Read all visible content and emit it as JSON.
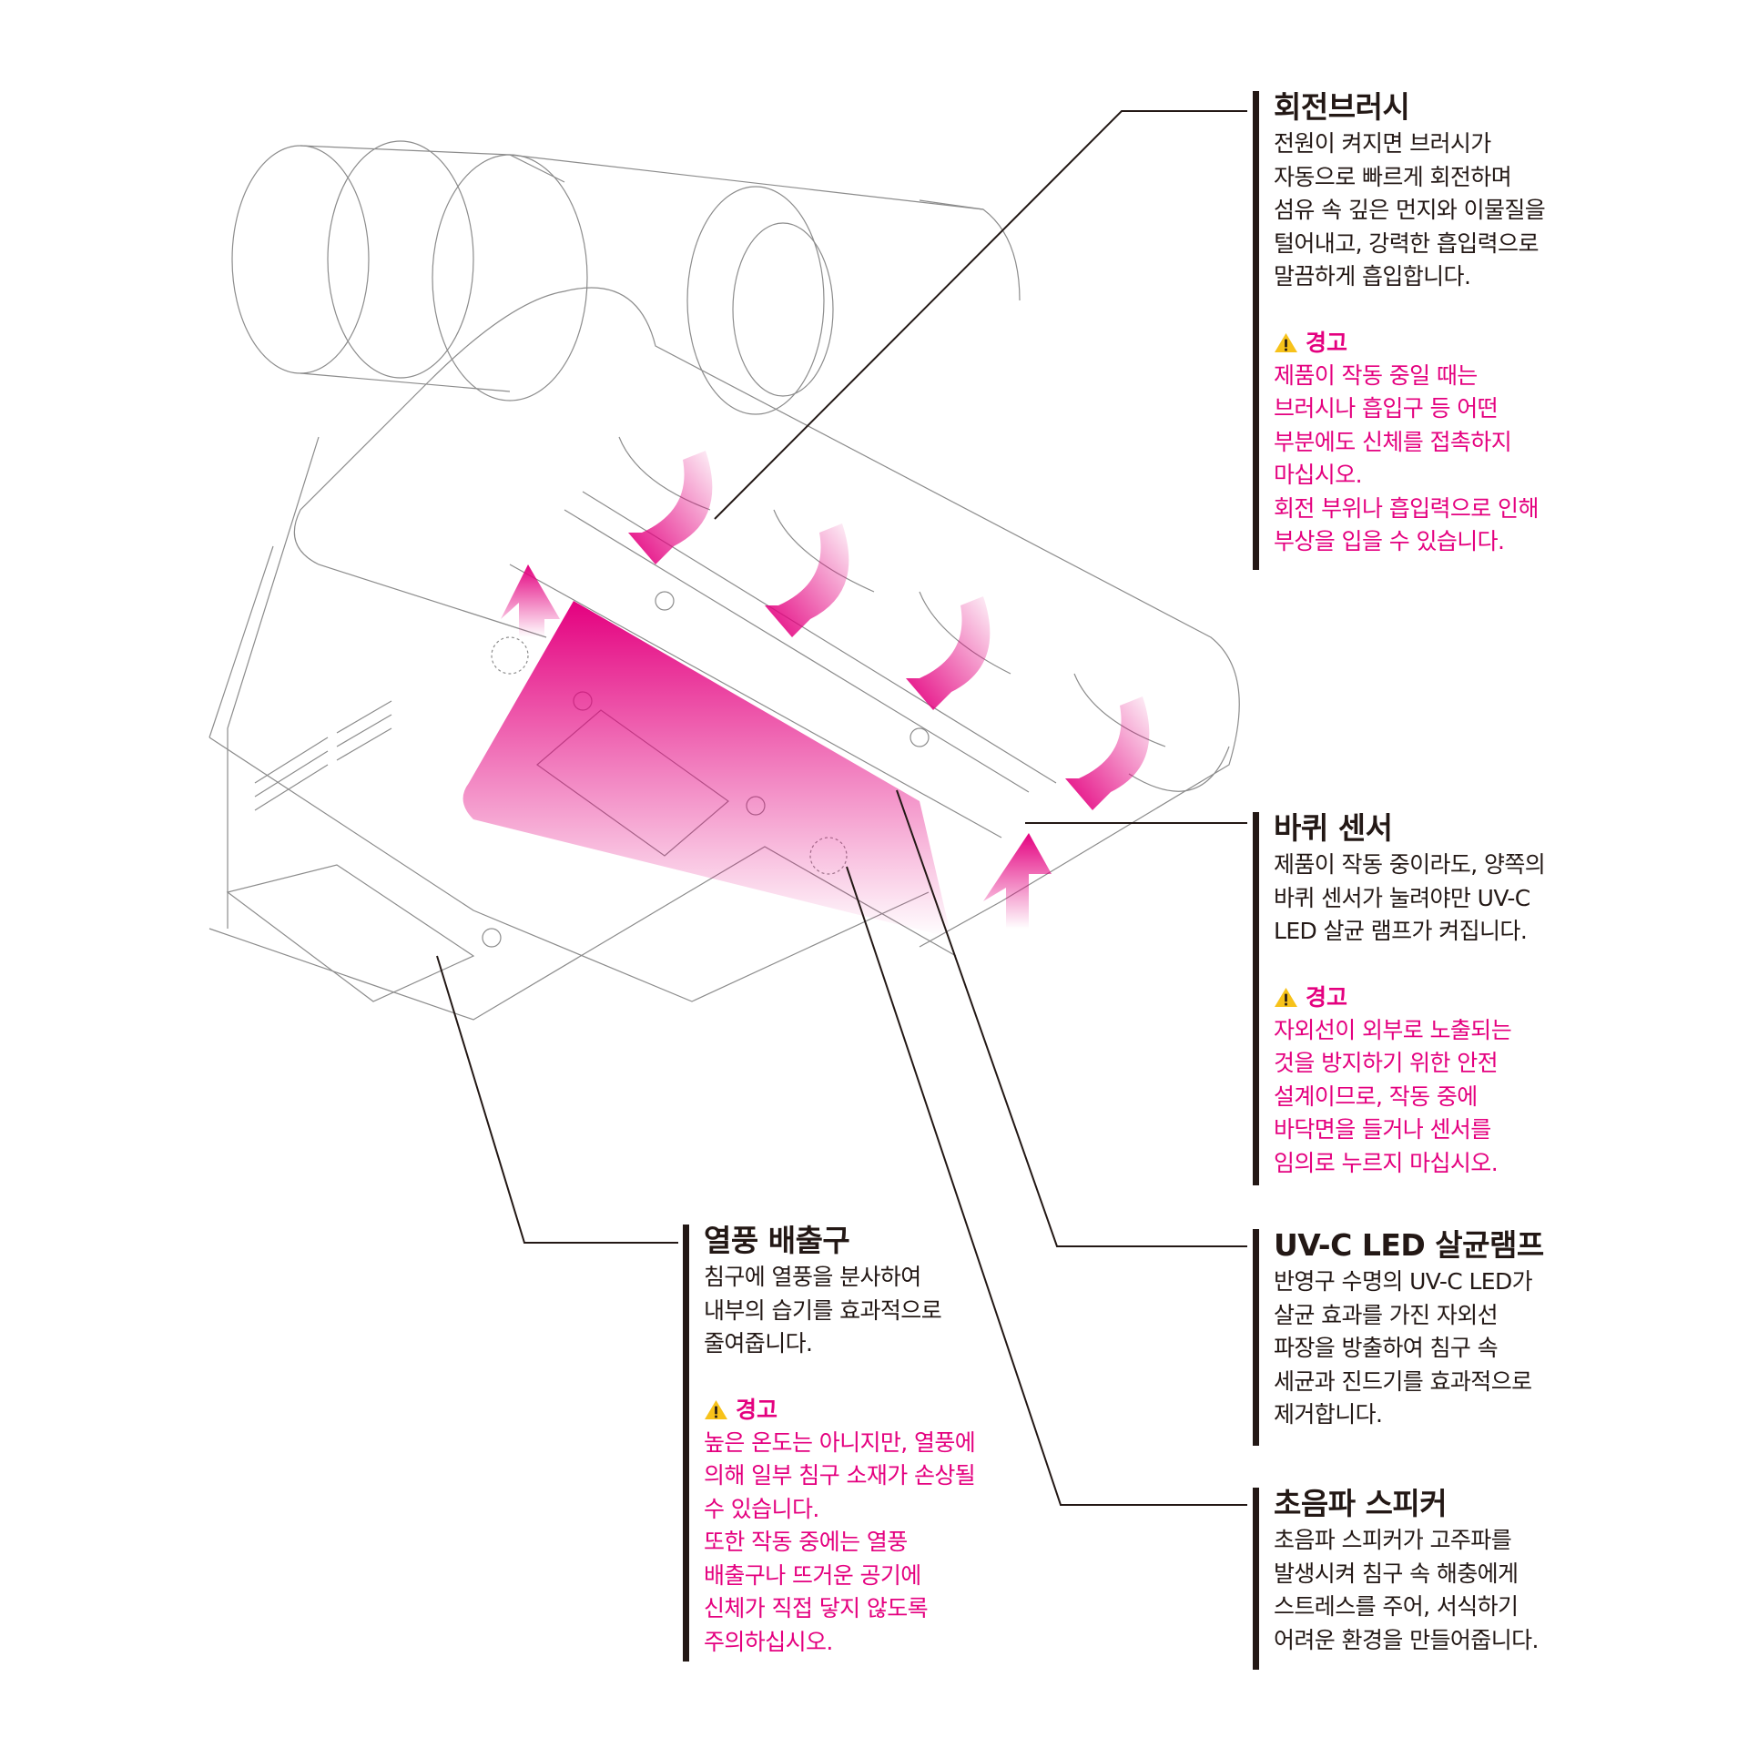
{
  "colors": {
    "accent": "#e4007f",
    "text": "#231815",
    "warning_icon": "#f7c21a",
    "line_art": "#8c8c8c"
  },
  "callouts": {
    "brush": {
      "title": "회전브러시",
      "body": "전원이 켜지면 브러시가\n자동으로 빠르게 회전하며\n섬유 속 깊은 먼지와 이물질을\n털어내고, 강력한 흡입력으로\n말끔하게 흡입합니다.",
      "warning_label": "경고",
      "warning": "제품이 작동 중일 때는\n브러시나 흡입구 등 어떤\n부분에도 신체를 접촉하지\n마십시오.\n회전 부위나 흡입력으로 인해\n부상을 입을 수 있습니다."
    },
    "wheel": {
      "title": "바퀴 센서",
      "body": "제품이 작동 중이라도, 양쪽의\n바퀴 센서가 눌려야만 UV-C\nLED 살균 램프가 켜집니다.",
      "warning_label": "경고",
      "warning": "자외선이 외부로 노출되는\n것을 방지하기 위한 안전\n설계이므로, 작동 중에\n바닥면을 들거나 센서를\n임의로 누르지 마십시오."
    },
    "uvc": {
      "title": "UV-C LED 살균램프",
      "body": "반영구 수명의 UV-C LED가\n살균 효과를 가진 자외선\n파장을 방출하여 침구 속\n세균과 진드기를 효과적으로\n제거합니다."
    },
    "sonic": {
      "title": "초음파 스피커",
      "body": "초음파 스피커가 고주파를\n발생시켜 침구 속 해충에게\n스트레스를 주어, 서식하기\n어려운 환경을 만들어줍니다."
    },
    "heat": {
      "title": "열풍 배출구",
      "body": "침구에 열풍을 분사하여\n내부의 습기를 효과적으로\n줄여줍니다.",
      "warning_label": "경고",
      "warning": "높은 온도는 아니지만, 열풍에\n의해 일부 침구 소재가 손상될\n수 있습니다.\n또한 작동 중에는 열풍\n배출구나 뜨거운 공기에\n신체가 직접 닿지 않도록\n주의하십시오."
    }
  }
}
